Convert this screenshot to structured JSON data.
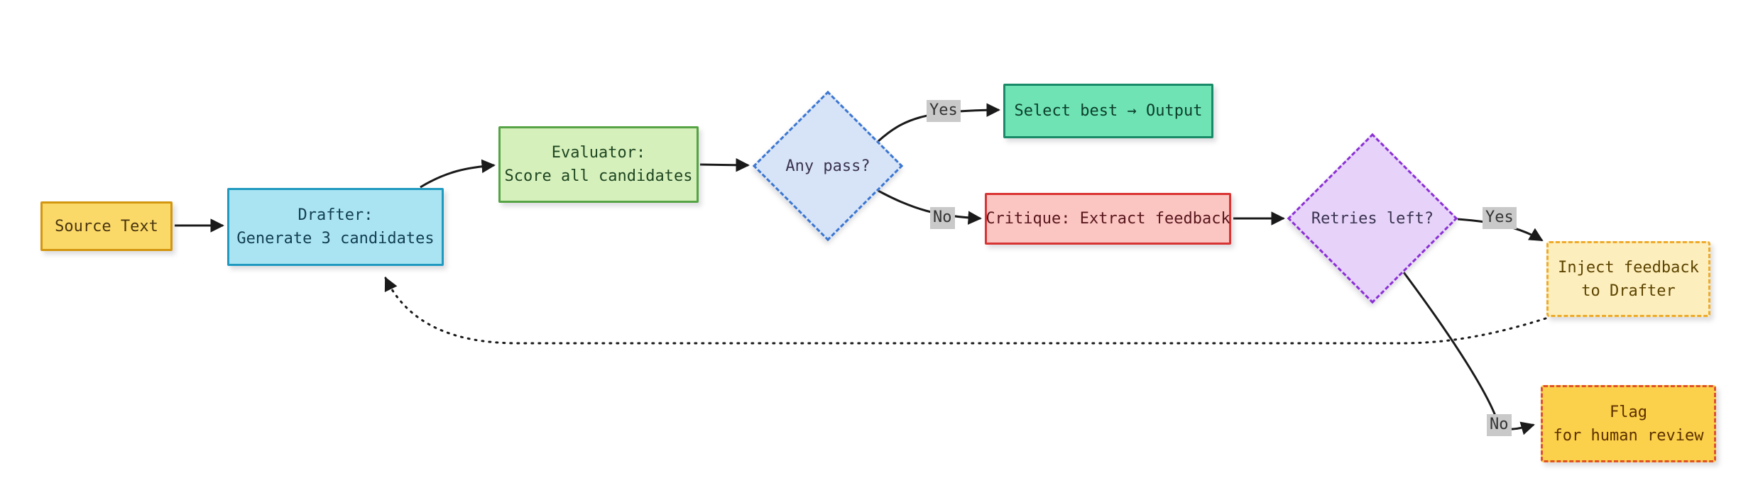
{
  "diagram_type": "flowchart",
  "nodes": {
    "source": {
      "label": "Source Text"
    },
    "drafter": {
      "line1": "Drafter:",
      "line2": "Generate 3 candidates"
    },
    "evaluator": {
      "line1": "Evaluator:",
      "line2": "Score all candidates"
    },
    "any_pass": {
      "label": "Any pass?"
    },
    "select_best": {
      "label": "Select best → Output"
    },
    "critique": {
      "label": "Critique: Extract feedback"
    },
    "retries_left": {
      "label": "Retries left?"
    },
    "inject_feedback": {
      "line1": "Inject feedback",
      "line2": "to Drafter"
    },
    "flag_review": {
      "line1": "Flag",
      "line2": "for human review"
    }
  },
  "edge_labels": {
    "any_pass_yes": "Yes",
    "any_pass_no": "No",
    "retries_yes": "Yes",
    "retries_no": "No"
  },
  "edges": [
    {
      "from": "Source Text",
      "to": "Drafter",
      "style": "solid-arrow"
    },
    {
      "from": "Drafter",
      "to": "Evaluator",
      "style": "solid-arrow"
    },
    {
      "from": "Evaluator",
      "to": "Any pass?",
      "style": "solid-arrow"
    },
    {
      "from": "Any pass?",
      "to": "Select best → Output",
      "label": "Yes",
      "style": "solid-arrow"
    },
    {
      "from": "Any pass?",
      "to": "Critique: Extract feedback",
      "label": "No",
      "style": "solid-arrow"
    },
    {
      "from": "Critique: Extract feedback",
      "to": "Retries left?",
      "style": "solid-arrow"
    },
    {
      "from": "Retries left?",
      "to": "Inject feedback to Drafter",
      "label": "Yes",
      "style": "solid-arrow"
    },
    {
      "from": "Retries left?",
      "to": "Flag for human review",
      "label": "No",
      "style": "solid-arrow"
    },
    {
      "from": "Inject feedback to Drafter",
      "to": "Drafter",
      "style": "dotted-arrow"
    }
  ],
  "colors": {
    "canvas_bg": "#ffffff",
    "edge_stroke": "#1a1a1a",
    "edge_label_bg": "#c9c9c9",
    "source_fill": "#fbd968",
    "source_border": "#d3960f",
    "drafter_fill": "#aae4f2",
    "drafter_border": "#2099c0",
    "evaluator_fill": "#d6f0bc",
    "evaluator_border": "#55a344",
    "any_pass_fill": "#d7e4f7",
    "any_pass_border": "#3b76d2",
    "select_fill": "#6fe3b4",
    "select_border": "#188a67",
    "critique_fill": "#fbc6c2",
    "critique_border": "#d93434",
    "retries_fill": "#e7d3f9",
    "retries_border": "#8b2fd6",
    "inject_fill": "#fdeebd",
    "inject_border": "#edaa2b",
    "flag_fill": "#fbd04a",
    "flag_border": "#e0512a"
  }
}
